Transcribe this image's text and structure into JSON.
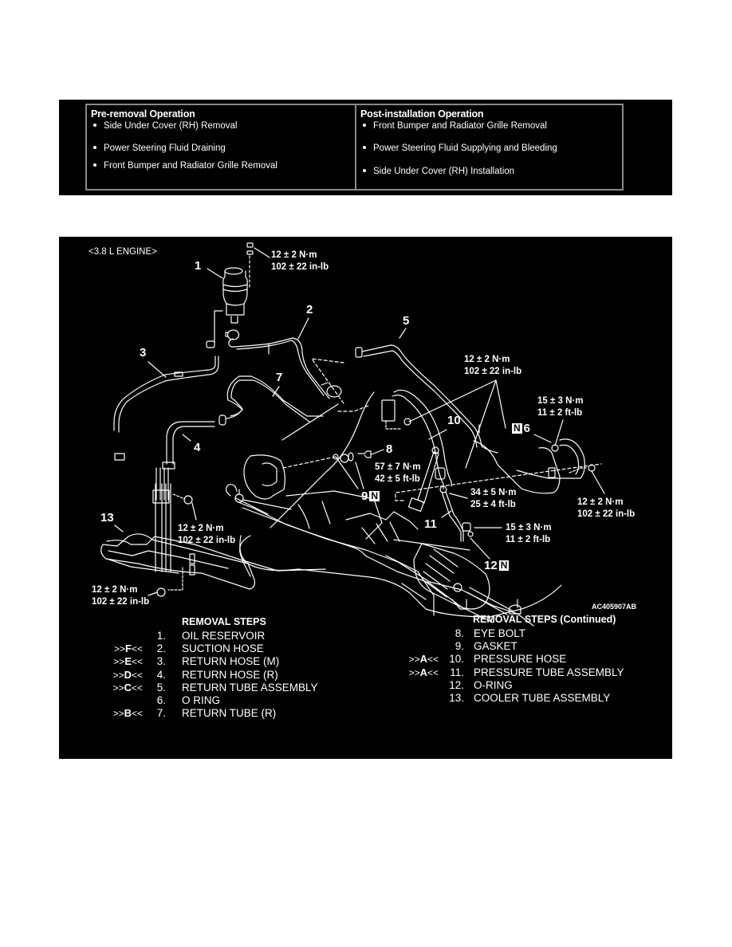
{
  "operations": {
    "pre": {
      "heading": "Pre-removal Operation",
      "items": [
        "Side Under Cover (RH) Removal",
        "Power Steering Fluid Draining",
        "Front Bumper and Radiator Grille Removal"
      ]
    },
    "post": {
      "heading": "Post-installation Operation",
      "items": [
        "Front Bumper and Radiator Grille Removal",
        "Power Steering Fluid Supplying and Bleeding",
        "Side Under Cover (RH) Installation"
      ]
    }
  },
  "diagram": {
    "engine_label": "<3.8 L ENGINE>",
    "figure_code": "AC405907AB",
    "part_numbers": {
      "p1": "1",
      "p2": "2",
      "p3": "3",
      "p4": "4",
      "p5": "5",
      "p6": "6",
      "p7": "7",
      "p8": "8",
      "p9": "9",
      "p10": "10",
      "p11": "11",
      "p12": "12",
      "p13": "13"
    },
    "replace_mark": "N",
    "torques": {
      "reservoir_bolt": [
        "12 ± 2 N·m",
        "102 ± 22 in-lb"
      ],
      "upper_center_bolts": [
        "12 ± 2 N·m",
        "102 ± 22 in-lb"
      ],
      "part6_fitting": [
        "15 ± 3 N·m",
        "11 ± 2 ft-lb"
      ],
      "eye_bolt": [
        "57 ± 7 N·m",
        "42 ± 5 ft-lb"
      ],
      "pressure_tube_upper": [
        "34 ± 5 N·m",
        "25 ± 4 ft-lb"
      ],
      "pressure_tube_lower": [
        "15 ± 3 N·m",
        "11 ± 2 ft-lb"
      ],
      "right_bracket_bolt": [
        "12 ± 2 N·m",
        "102 ± 22 in-lb"
      ],
      "clamp_bolt": [
        "12 ± 2 N·m",
        "102 ± 22 in-lb"
      ],
      "cooler_bolt": [
        "12 ± 2 N·m",
        "102 ± 22 in-lb"
      ]
    },
    "steps_left": {
      "title": "REMOVAL STEPS",
      "rows": [
        {
          "mark": "",
          "letter": "",
          "no": "1.",
          "name": "OIL RESERVOIR"
        },
        {
          "mark": ">>",
          "letter": "F",
          "no": "2.",
          "name": "SUCTION HOSE"
        },
        {
          "mark": ">>",
          "letter": "E",
          "no": "3.",
          "name": "RETURN HOSE (M)"
        },
        {
          "mark": ">>",
          "letter": "D",
          "no": "4.",
          "name": "RETURN HOSE (R)"
        },
        {
          "mark": ">>",
          "letter": "C",
          "no": "5.",
          "name": "RETURN TUBE ASSEMBLY"
        },
        {
          "mark": "",
          "letter": "",
          "no": "6.",
          "name": "O RING"
        },
        {
          "mark": ">>",
          "letter": "B",
          "no": "7.",
          "name": "RETURN TUBE (R)"
        }
      ]
    },
    "steps_right": {
      "title": "REMOVAL STEPS (Continued)",
      "rows": [
        {
          "mark": "",
          "letter": "",
          "no": "8.",
          "name": "EYE BOLT"
        },
        {
          "mark": "",
          "letter": "",
          "no": "9.",
          "name": "GASKET"
        },
        {
          "mark": ">>",
          "letter": "A",
          "no": "10.",
          "name": "PRESSURE HOSE"
        },
        {
          "mark": ">>",
          "letter": "A",
          "no": "11.",
          "name": "PRESSURE TUBE ASSEMBLY"
        },
        {
          "mark": "",
          "letter": "",
          "no": "12.",
          "name": "O-RING"
        },
        {
          "mark": "",
          "letter": "",
          "no": "13.",
          "name": "COOLER TUBE ASSEMBLY"
        }
      ]
    }
  }
}
